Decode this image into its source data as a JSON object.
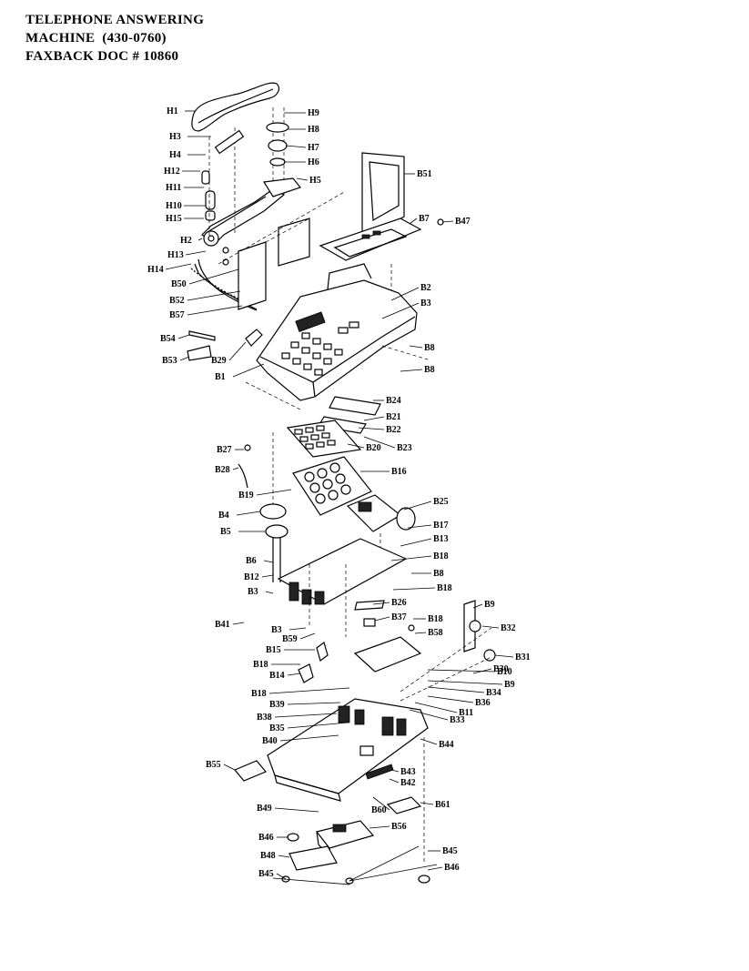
{
  "header": {
    "line1": "TELEPHONE ANSWERING",
    "line2": "MACHINE  (430-0760)",
    "line3": "FAXBACK DOC # 10860"
  },
  "labels": [
    {
      "id": "H1",
      "text": "H1"
    },
    {
      "id": "H3",
      "text": "H3"
    },
    {
      "id": "H4",
      "text": "H4"
    },
    {
      "id": "H12",
      "text": "H12"
    },
    {
      "id": "H11",
      "text": "H11"
    },
    {
      "id": "H10",
      "text": "H10"
    },
    {
      "id": "H15",
      "text": "H15"
    },
    {
      "id": "H2",
      "text": "H2"
    },
    {
      "id": "H13",
      "text": "H13"
    },
    {
      "id": "H14",
      "text": "H14"
    },
    {
      "id": "H9",
      "text": "H9"
    },
    {
      "id": "H8",
      "text": "H8"
    },
    {
      "id": "H7",
      "text": "H7"
    },
    {
      "id": "H6",
      "text": "H6"
    },
    {
      "id": "H5",
      "text": "H5"
    },
    {
      "id": "B51",
      "text": "B51"
    },
    {
      "id": "B7",
      "text": "B7"
    },
    {
      "id": "B47",
      "text": "B47"
    },
    {
      "id": "B50",
      "text": "B50"
    },
    {
      "id": "B52",
      "text": "B52"
    },
    {
      "id": "B57",
      "text": "B57"
    },
    {
      "id": "B2",
      "text": "B2"
    },
    {
      "id": "B3a",
      "text": "B3"
    },
    {
      "id": "B54",
      "text": "B54"
    },
    {
      "id": "B53",
      "text": "B53"
    },
    {
      "id": "B29",
      "text": "B29"
    },
    {
      "id": "B8a",
      "text": "B8"
    },
    {
      "id": "B1",
      "text": "B1"
    },
    {
      "id": "B8b",
      "text": "B8"
    },
    {
      "id": "B24",
      "text": "B24"
    },
    {
      "id": "B21",
      "text": "B21"
    },
    {
      "id": "B22",
      "text": "B22"
    },
    {
      "id": "B20",
      "text": "B20"
    },
    {
      "id": "B23",
      "text": "B23"
    },
    {
      "id": "B27",
      "text": "B27"
    },
    {
      "id": "B28",
      "text": "B28"
    },
    {
      "id": "B16",
      "text": "B16"
    },
    {
      "id": "B19",
      "text": "B19"
    },
    {
      "id": "B25",
      "text": "B25"
    },
    {
      "id": "B4",
      "text": "B4"
    },
    {
      "id": "B17",
      "text": "B17"
    },
    {
      "id": "B5",
      "text": "B5"
    },
    {
      "id": "B13",
      "text": "B13"
    },
    {
      "id": "B18a",
      "text": "B18"
    },
    {
      "id": "B6",
      "text": "B6"
    },
    {
      "id": "B8c",
      "text": "B8"
    },
    {
      "id": "B12",
      "text": "B12"
    },
    {
      "id": "B18b",
      "text": "B18"
    },
    {
      "id": "B3b",
      "text": "B3"
    },
    {
      "id": "B26",
      "text": "B26"
    },
    {
      "id": "B9a",
      "text": "B9"
    },
    {
      "id": "B41",
      "text": "B41"
    },
    {
      "id": "B18c",
      "text": "B18"
    },
    {
      "id": "B37",
      "text": "B37"
    },
    {
      "id": "B32",
      "text": "B32"
    },
    {
      "id": "B3c",
      "text": "B3"
    },
    {
      "id": "B58",
      "text": "B58"
    },
    {
      "id": "B59",
      "text": "B59"
    },
    {
      "id": "B15",
      "text": "B15"
    },
    {
      "id": "B31",
      "text": "B31"
    },
    {
      "id": "B30",
      "text": "B30"
    },
    {
      "id": "B18d",
      "text": "B18"
    },
    {
      "id": "B10",
      "text": "B10"
    },
    {
      "id": "B14",
      "text": "B14"
    },
    {
      "id": "B9b",
      "text": "B9"
    },
    {
      "id": "B18e",
      "text": "B18"
    },
    {
      "id": "B34",
      "text": "B34"
    },
    {
      "id": "B39",
      "text": "B39"
    },
    {
      "id": "B36",
      "text": "B36"
    },
    {
      "id": "B11",
      "text": "B11"
    },
    {
      "id": "B38",
      "text": "B38"
    },
    {
      "id": "B33",
      "text": "B33"
    },
    {
      "id": "B35",
      "text": "B35"
    },
    {
      "id": "B40",
      "text": "B40"
    },
    {
      "id": "B44",
      "text": "B44"
    },
    {
      "id": "B55",
      "text": "B55"
    },
    {
      "id": "B43",
      "text": "B43"
    },
    {
      "id": "B42",
      "text": "B42"
    },
    {
      "id": "B49",
      "text": "B49"
    },
    {
      "id": "B60",
      "text": "B60"
    },
    {
      "id": "B61",
      "text": "B61"
    },
    {
      "id": "B46a",
      "text": "B46"
    },
    {
      "id": "B56",
      "text": "B56"
    },
    {
      "id": "B48",
      "text": "B48"
    },
    {
      "id": "B45a",
      "text": "B45"
    },
    {
      "id": "B46b",
      "text": "B46"
    },
    {
      "id": "B45b",
      "text": "B45"
    }
  ]
}
